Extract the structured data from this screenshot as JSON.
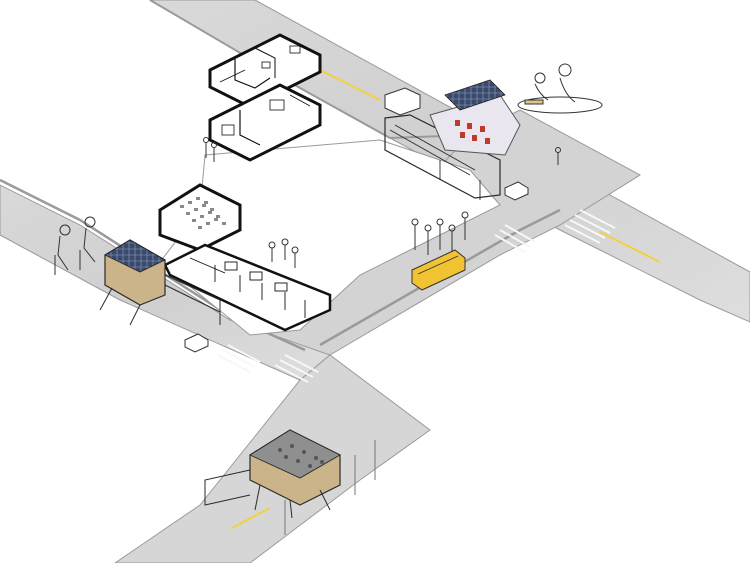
{
  "diagram": {
    "kind": "axonometric urban plan",
    "colors": {
      "background": "#ffffff",
      "road": "#d6d6d6",
      "road_dark": "#c4c4c4",
      "sidewalk": "#eeeeee",
      "curb": "#9a9a9a",
      "crosswalk": "#f7f7f7",
      "lane_marking": "#f2d23a",
      "building_fill": "#ffffff",
      "building_wall": "#111111",
      "pod_frame": "#2a2a2a",
      "pod_roof": "#8f8f8f",
      "solar_panel": "#3b4a6b",
      "pod_wood": "#cbb48a",
      "pod_glass": "#e9e6ef",
      "seat_red": "#c0392b",
      "school_bus": "#f1c232",
      "person_outline": "#333333"
    },
    "elements": [
      {
        "name": "apartment-unit-upper-icon",
        "type": "building-cutaway"
      },
      {
        "name": "apartment-unit-lower-icon",
        "type": "building-cutaway"
      },
      {
        "name": "classroom-block-icon",
        "type": "building-cutaway"
      },
      {
        "name": "school-wing-icon",
        "type": "building-plan"
      },
      {
        "name": "pod-northeast-icon",
        "type": "mobile-classroom-pod"
      },
      {
        "name": "pod-west-icon",
        "type": "mobile-classroom-pod"
      },
      {
        "name": "pod-south-icon",
        "type": "mobile-classroom-pod"
      },
      {
        "name": "school-bus-icon",
        "type": "vehicle"
      },
      {
        "name": "delivery-van-icon",
        "type": "vehicle"
      },
      {
        "name": "car-east-icon",
        "type": "vehicle"
      },
      {
        "name": "car-west-icon",
        "type": "vehicle"
      },
      {
        "name": "seated-family-icon",
        "type": "people"
      },
      {
        "name": "seated-students-icon",
        "type": "people"
      },
      {
        "name": "pedestrian-group-icon",
        "type": "people"
      },
      {
        "name": "children-group-icon",
        "type": "people"
      }
    ]
  }
}
